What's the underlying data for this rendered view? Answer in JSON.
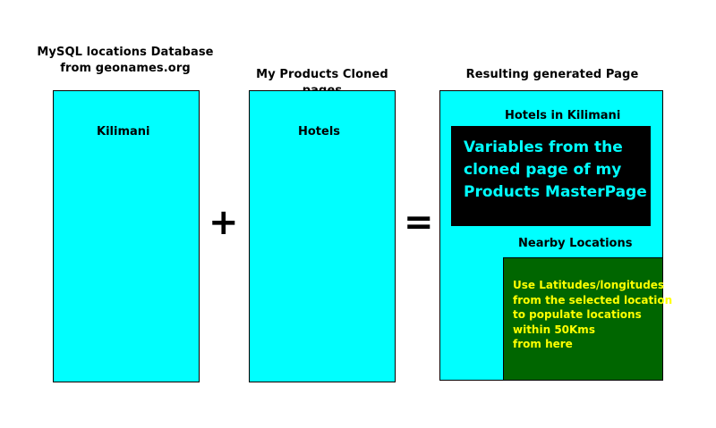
{
  "columns": {
    "database": {
      "heading_line1": "MySQL locations Database",
      "heading_line2": "from geonames.org",
      "item": "Kilimani"
    },
    "products": {
      "heading": "My Products Cloned pages",
      "item": "Hotels"
    },
    "result": {
      "heading": "Resulting generated Page",
      "page_title": "Hotels in Kilimani",
      "variables_text": [
        "Variables from the",
        "cloned page of my",
        "Products MasterPage"
      ],
      "nearby_label": "Nearby Locations",
      "nearby_text": [
        "Use Latitudes/longitudes",
        "from the selected location",
        "to populate locations",
        "within 50Kms",
        "from here"
      ]
    }
  },
  "operators": {
    "plus": "+",
    "equals": "="
  },
  "colors": {
    "cyan_box": "#00ffff",
    "black_panel": "#000000",
    "green_panel": "#006600",
    "yellow_text": "#ffff00"
  }
}
